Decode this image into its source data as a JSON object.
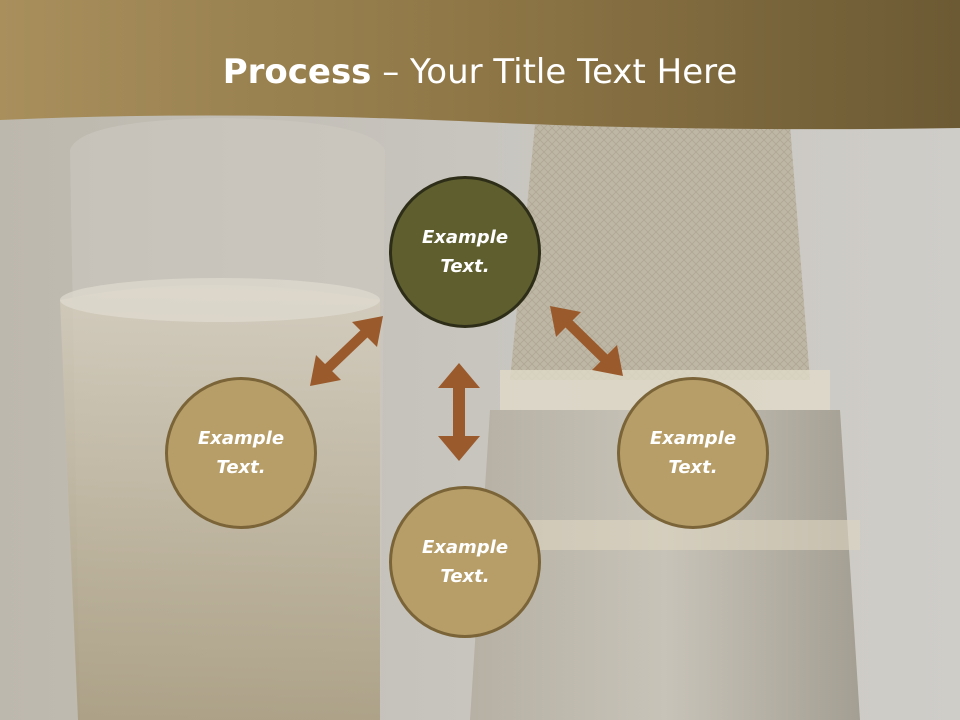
{
  "slide": {
    "title_bold": "Process",
    "title_rest": " – Your Title Text Here"
  },
  "nodes": {
    "top": {
      "line1": "Example",
      "line2": "Text."
    },
    "left": {
      "line1": "Example",
      "line2": "Text."
    },
    "right": {
      "line1": "Example",
      "line2": "Text."
    },
    "bottom": {
      "line1": "Example",
      "line2": "Text."
    }
  },
  "colors": {
    "header_band": "#8a7445",
    "top_circle": "#5e5e2f",
    "side_circles": "#b79e69",
    "arrows": "#9a5a2c"
  }
}
